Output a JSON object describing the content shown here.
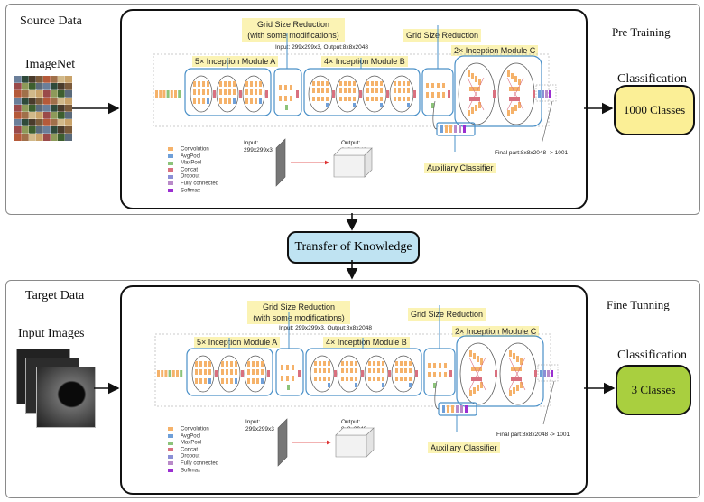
{
  "pretrain": {
    "source_title": "Source Data",
    "dataset_label": "ImageNet",
    "stage_label": "Pre Training",
    "output_heading": "Classification",
    "output_box": "1000 Classes",
    "output_color": "#fbef96"
  },
  "transfer_label": "Transfer of Knowledge",
  "finetune": {
    "source_title": "Target Data",
    "dataset_label": "Input Images",
    "stage_label": "Fine Tunning",
    "output_heading": "Classification",
    "output_box": "3 Classes",
    "output_color": "#a9cf3f"
  },
  "network": {
    "grid_reduction_1": "Grid Size Reduction\n(with some modifications)",
    "grid_reduction_2": "Grid Size Reduction",
    "module_a": "5× Inception Module A",
    "module_b": "4× Inception Module B",
    "module_c": "2× Inception Module C",
    "io_text": "Input: 299x299x3, Output:8x8x2048",
    "aux_classifier": "Auxiliary Classifier",
    "final_part": "Final part:8x8x2048 -> 1001",
    "input_label": "Input:\n299x299x3",
    "output_label": "Output:\n8x8x2048"
  },
  "legend": [
    {
      "label": "Convolution",
      "color": "#f5b26a"
    },
    {
      "label": "AvgPool",
      "color": "#6f9fd8"
    },
    {
      "label": "MaxPool",
      "color": "#8cc37a"
    },
    {
      "label": "Concat",
      "color": "#d9707f"
    },
    {
      "label": "Dropout",
      "color": "#8b8fd6"
    },
    {
      "label": "Fully connected",
      "color": "#b98ac9"
    },
    {
      "label": "Softmax",
      "color": "#9b2fd1"
    }
  ]
}
